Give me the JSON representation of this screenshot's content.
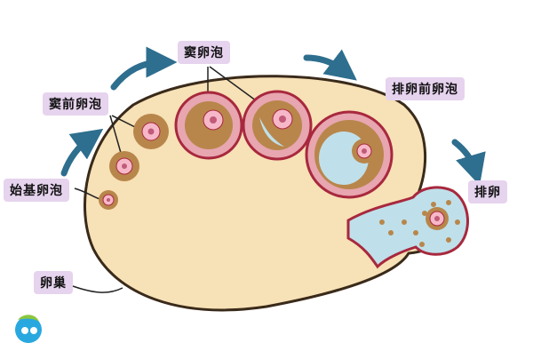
{
  "labels": {
    "primordial": "始基卵泡",
    "preantral": "窦前卵泡",
    "antral": "窦卵泡",
    "preovulatory": "排卵前卵泡",
    "ovulation": "排卵",
    "ovary": "卵巢"
  },
  "colors": {
    "ovary_fill": "#f7e1b6",
    "ovary_outline": "#3a2a1a",
    "granulosa": "#b8864b",
    "follicle_wall": "#a8283e",
    "follicle_inner": "#e7a6b0",
    "antrum": "#bfe0ea",
    "oocyte": "#f6b8c8",
    "arrow": "#2e6e8e",
    "label_bg": "#e6d3ee",
    "logo_green": "#8cc63f",
    "logo_blue": "#29a8e0"
  },
  "icons": [
    "logo-icon",
    "curved-arrow-icon"
  ]
}
